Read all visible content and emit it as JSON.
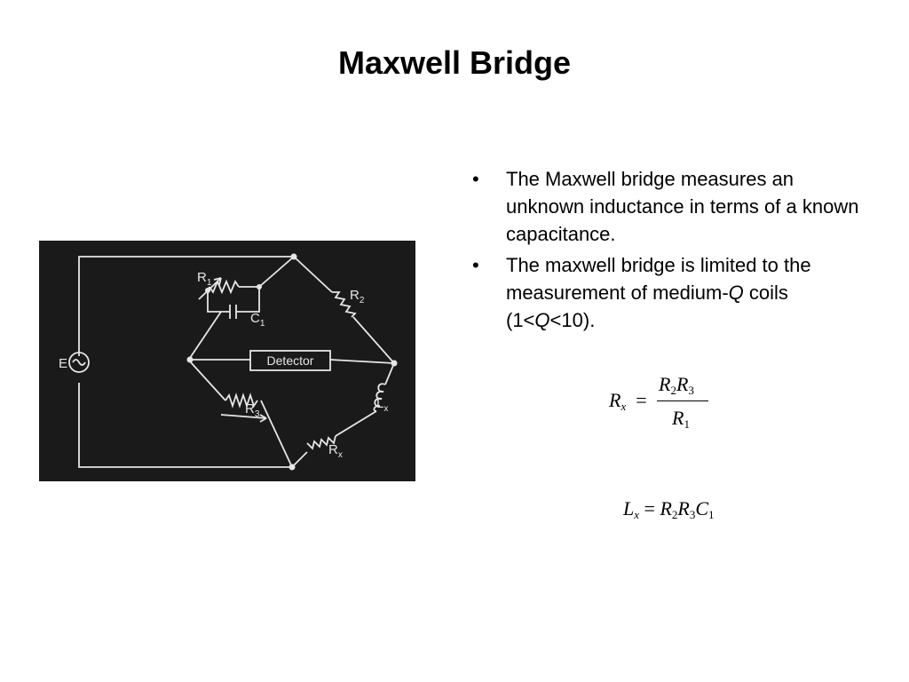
{
  "slide": {
    "title": "Maxwell Bridge",
    "bullets": [
      {
        "bullet": "•",
        "text": "The Maxwell bridge measures an unknown inductance in terms of a known capacitance."
      },
      {
        "bullet": "•",
        "text_before": "The maxwell bridge is limited to the measurement of medium-",
        "q1": "Q",
        "text_mid": " coils (1<",
        "q2": "Q",
        "text_after": "<10)."
      }
    ]
  },
  "circuit": {
    "source_label": "E",
    "r1_label": "R",
    "r1_sub": "1",
    "c1_label": "C",
    "c1_sub": "1",
    "r2_label": "R",
    "r2_sub": "2",
    "r3_label": "R",
    "r3_sub": "3",
    "lx_label": "L",
    "lx_sub": "x",
    "rx_label": "R",
    "rx_sub": "x",
    "detector_label": "Detector"
  },
  "equations": {
    "rx": {
      "lhs": "R",
      "lhs_sub": "x",
      "eq": "=",
      "num_r2": "R",
      "num_r2_sub": "2",
      "num_r3": "R",
      "num_r3_sub": "3",
      "den_r1": "R",
      "den_r1_sub": "1"
    },
    "lx": {
      "lhs": "L",
      "lhs_sub": "x",
      "eq": "=",
      "r2": "R",
      "r2_sub": "2",
      "r3": "R",
      "r3_sub": "3",
      "c1": "C",
      "c1_sub": "1"
    }
  }
}
